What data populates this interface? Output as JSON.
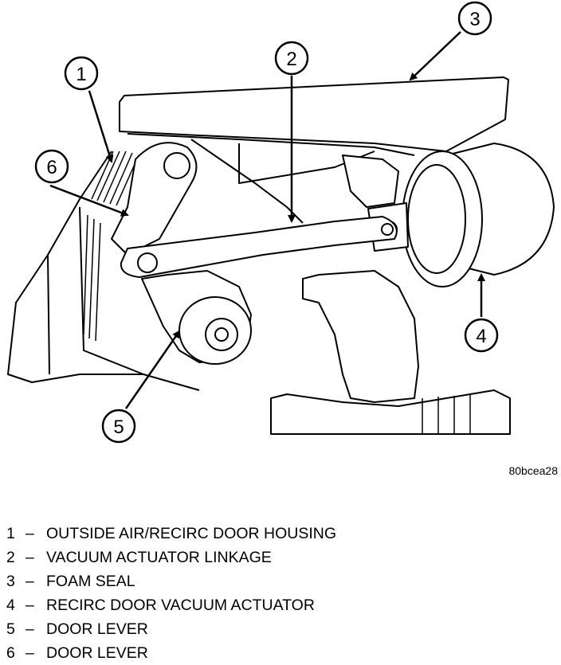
{
  "callouts": [
    {
      "number": "1"
    },
    {
      "number": "2"
    },
    {
      "number": "3"
    },
    {
      "number": "4"
    },
    {
      "number": "5"
    },
    {
      "number": "6"
    }
  ],
  "figure_code": "80bcea28",
  "legend": [
    {
      "number": "1",
      "dash": "–",
      "label": "OUTSIDE AIR/RECIRC DOOR HOUSING"
    },
    {
      "number": "2",
      "dash": "–",
      "label": "VACUUM ACTUATOR LINKAGE"
    },
    {
      "number": "3",
      "dash": "–",
      "label": "FOAM SEAL"
    },
    {
      "number": "4",
      "dash": "–",
      "label": "RECIRC DOOR VACUUM ACTUATOR"
    },
    {
      "number": "5",
      "dash": "–",
      "label": "DOOR LEVER"
    },
    {
      "number": "6",
      "dash": "–",
      "label": "DOOR LEVER"
    }
  ]
}
